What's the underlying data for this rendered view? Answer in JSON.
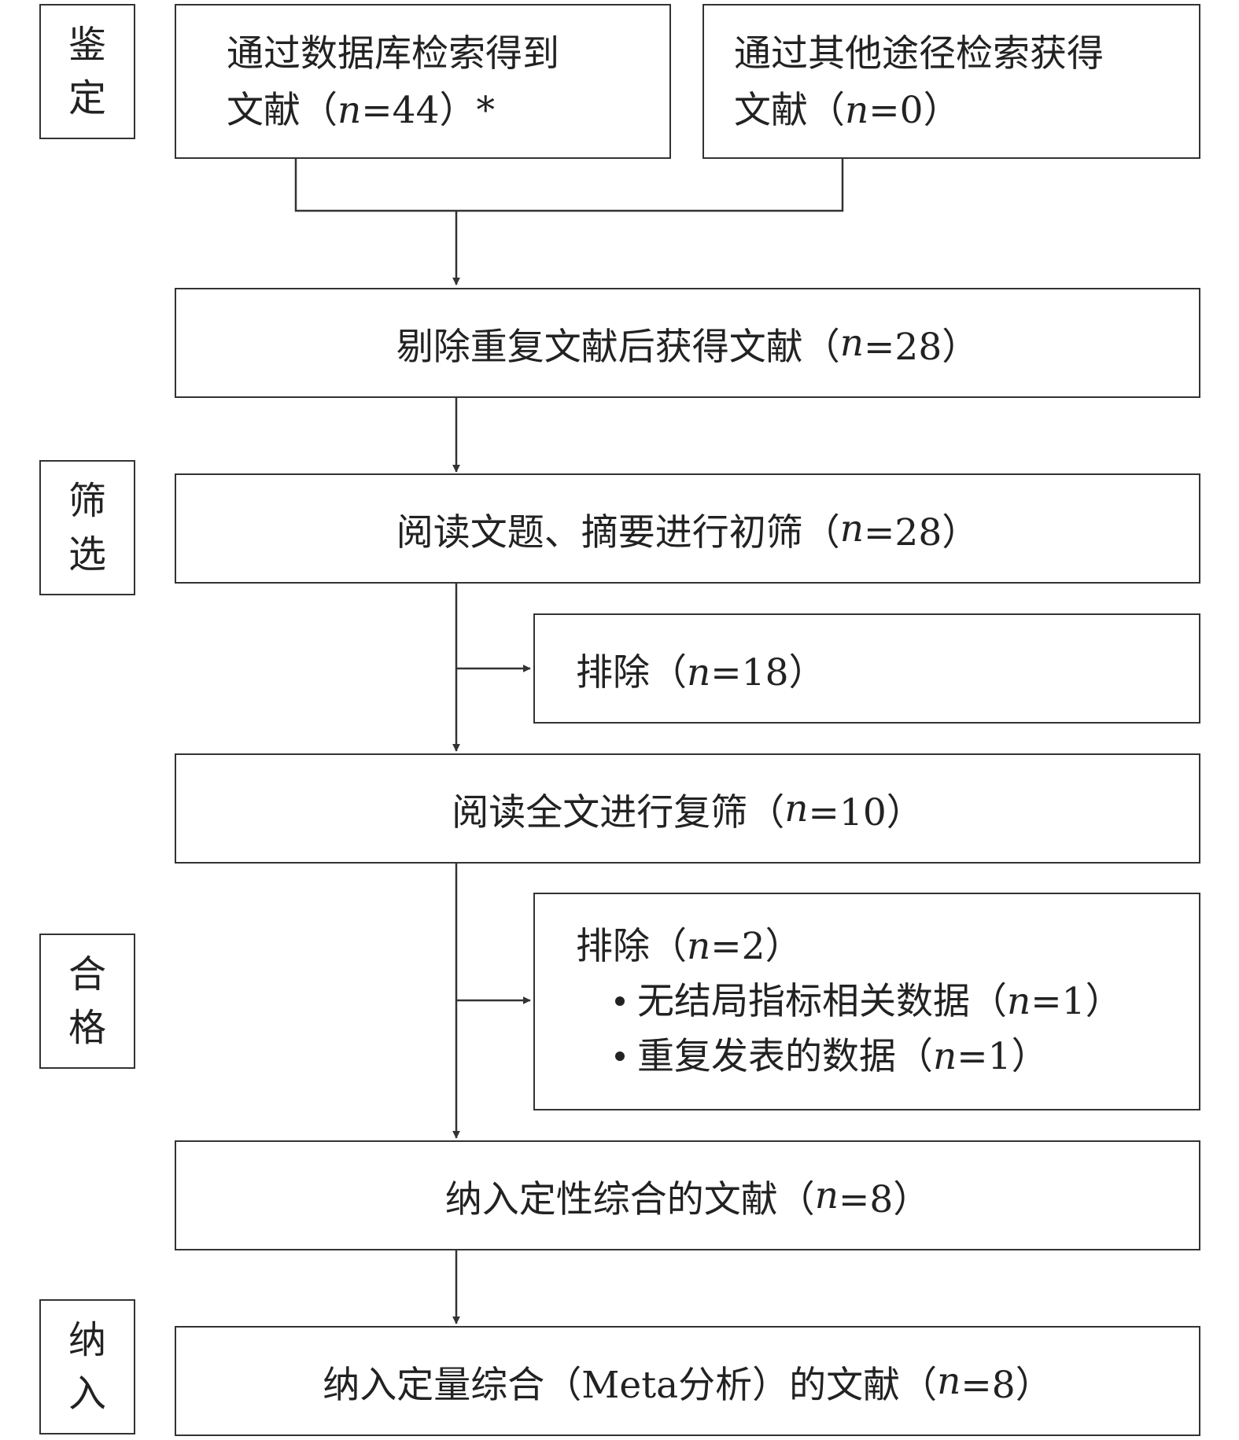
{
  "stages": {
    "identification": [
      "鉴",
      "定"
    ],
    "screening": [
      "筛",
      "选"
    ],
    "eligibility": [
      "合",
      "格"
    ],
    "included": [
      "纳",
      "入"
    ]
  },
  "nodes": {
    "database": {
      "line1": "通过数据库检索得到",
      "line2_pre": "文献（",
      "n_symbol": "n",
      "line2_post": "=44）*"
    },
    "other": {
      "line1": "通过其他途径检索获得",
      "line2_pre": "文献（",
      "n_symbol": "n",
      "line2_post": "=0）"
    },
    "dedup": {
      "pre": "剔除重复文献后获得文献（",
      "n_symbol": "n",
      "post": "=28）"
    },
    "title_screen": {
      "pre": "阅读文题、摘要进行初筛（",
      "n_symbol": "n",
      "post": "=28）"
    },
    "excluded1": {
      "pre": "排除（",
      "n_symbol": "n",
      "post": "=18）"
    },
    "fulltext": {
      "pre": "阅读全文进行复筛（",
      "n_symbol": "n",
      "post": "=10）"
    },
    "excluded2": {
      "pre": "排除（",
      "n_symbol": "n",
      "post": "=2）",
      "reasons": [
        {
          "pre": "无结局指标相关数据（",
          "n_symbol": "n",
          "post": "=1）"
        },
        {
          "pre": "重复发表的数据（",
          "n_symbol": "n",
          "post": "=1）"
        }
      ]
    },
    "qualitative": {
      "pre": "纳入定性综合的文献（",
      "n_symbol": "n",
      "post": "=8）"
    },
    "quantitative": {
      "pre": "纳入定量综合（Meta分析）的文献（",
      "n_symbol": "n",
      "post": "=8）"
    }
  }
}
